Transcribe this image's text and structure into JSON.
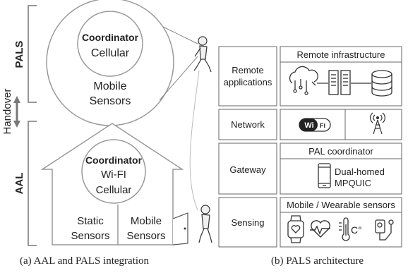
{
  "left": {
    "pals_label": "PALS",
    "aal_label": "AAL",
    "handover_label": "Handover",
    "pals_circle": {
      "coordinator": "Coordinator",
      "network": "Cellular",
      "mobile": "Mobile",
      "sensors": "Sensors"
    },
    "house": {
      "coordinator": "Coordinator",
      "net1": "Wi-FI",
      "net2": "Cellular",
      "static1": "Static",
      "static2": "Sensors",
      "mobile1": "Mobile",
      "mobile2": "Sensors"
    },
    "caption": "(a) AAL and PALS integration"
  },
  "right": {
    "rows": [
      {
        "label1": "Remote",
        "label2": "applications",
        "header": "Remote infrastructure"
      },
      {
        "label1": "Network",
        "wifi_badge": "Wi",
        "wifi_badge2": "Fi"
      },
      {
        "label1": "Gateway",
        "header": "PAL coordinator",
        "text1": "Dual-homed",
        "text2": "MPQUIC"
      },
      {
        "label1": "Sensing",
        "header": "Mobile / Wearable sensors",
        "temp_unit": "C°"
      }
    ],
    "caption": "(b) PALS architecture"
  },
  "colors": {
    "stroke": "#777777",
    "text": "#222222",
    "figure": "#f2f2f2"
  }
}
